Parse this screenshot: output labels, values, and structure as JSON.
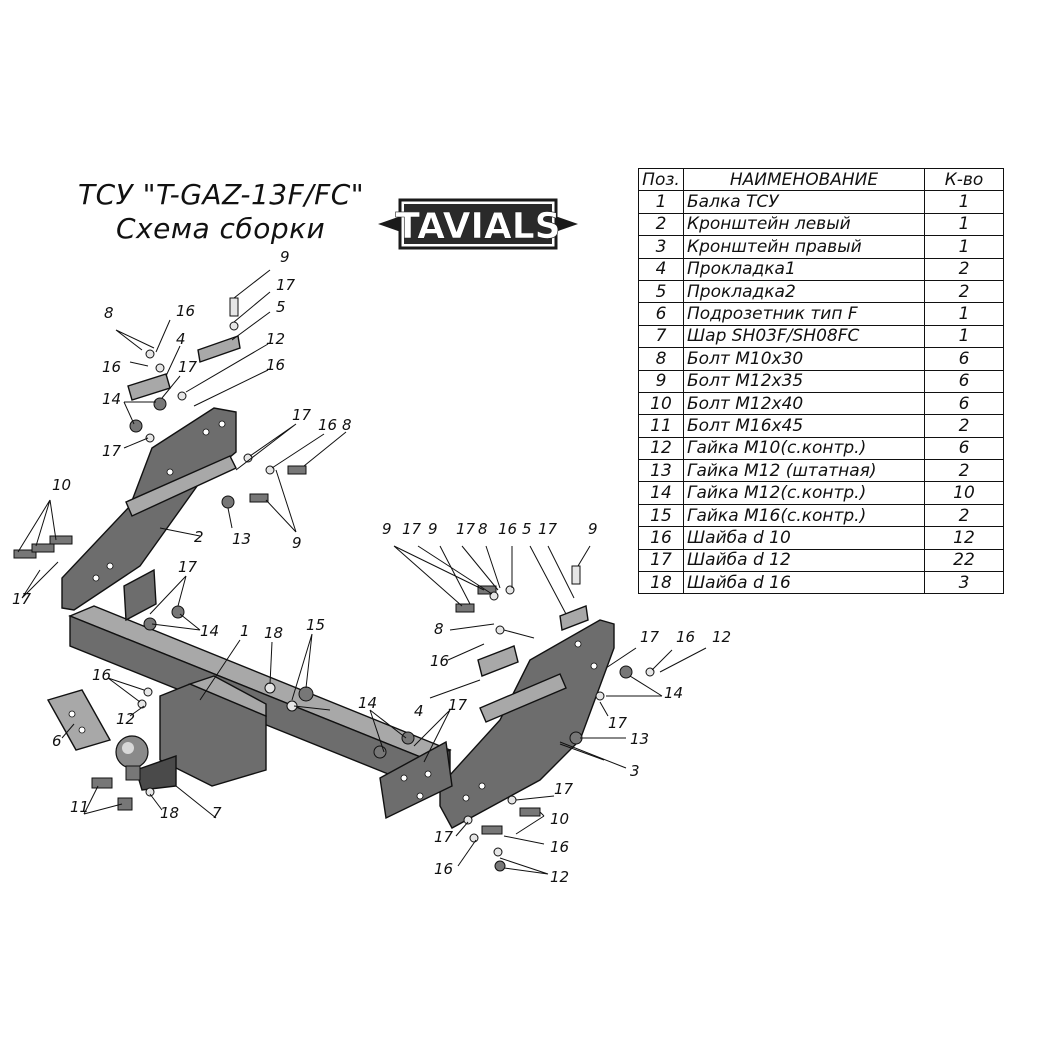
{
  "title": {
    "line1": "ТСУ \"T-GAZ-13F/FC\"",
    "line2": "Схема сборки"
  },
  "logo": {
    "text": "TAVIALS"
  },
  "table": {
    "headers": {
      "pos": "Поз.",
      "name": "НАИМЕНОВАНИЕ",
      "qty": "К-во"
    },
    "rows": [
      {
        "pos": "1",
        "name": "Балка ТСУ",
        "qty": "1"
      },
      {
        "pos": "2",
        "name": "Кронштейн левый",
        "qty": "1"
      },
      {
        "pos": "3",
        "name": "Кронштейн правый",
        "qty": "1"
      },
      {
        "pos": "4",
        "name": "Прокладка1",
        "qty": "2"
      },
      {
        "pos": "5",
        "name": "Прокладка2",
        "qty": "2"
      },
      {
        "pos": "6",
        "name": "Подрозетник тип F",
        "qty": "1"
      },
      {
        "pos": "7",
        "name": "Шар SH03F/SH08FC",
        "qty": "1"
      },
      {
        "pos": "8",
        "name": "Болт М10х30",
        "qty": "6"
      },
      {
        "pos": "9",
        "name": "Болт М12х35",
        "qty": "6"
      },
      {
        "pos": "10",
        "name": "Болт М12х40",
        "qty": "6"
      },
      {
        "pos": "11",
        "name": "Болт М16х45",
        "qty": "2"
      },
      {
        "pos": "12",
        "name": "Гайка М10(с.контр.)",
        "qty": "6"
      },
      {
        "pos": "13",
        "name": "Гайка М12 (штатная)",
        "qty": "2"
      },
      {
        "pos": "14",
        "name": "Гайка М12(с.контр.)",
        "qty": "10"
      },
      {
        "pos": "15",
        "name": "Гайка  М16(с.контр.)",
        "qty": "2"
      },
      {
        "pos": "16",
        "name": "Шайба d 10",
        "qty": "12"
      },
      {
        "pos": "17",
        "name": "Шайба d 12",
        "qty": "22"
      },
      {
        "pos": "18",
        "name": "Шайба d 16",
        "qty": "3"
      }
    ]
  },
  "callouts": [
    "9",
    "17",
    "5",
    "8",
    "16",
    "4",
    "16",
    "17",
    "12",
    "16",
    "14",
    "17",
    "17",
    "16",
    "8",
    "13",
    "9",
    "2",
    "10",
    "17",
    "17",
    "14",
    "1",
    "18",
    "15",
    "16",
    "12",
    "6",
    "11",
    "18",
    "7",
    "14",
    "17",
    "9",
    "17",
    "9",
    "17",
    "8",
    "16",
    "5",
    "17",
    "9",
    "8",
    "16",
    "4",
    "17",
    "16",
    "12",
    "14",
    "17",
    "13",
    "3",
    "17",
    "10",
    "17",
    "16",
    "16",
    "12"
  ]
}
